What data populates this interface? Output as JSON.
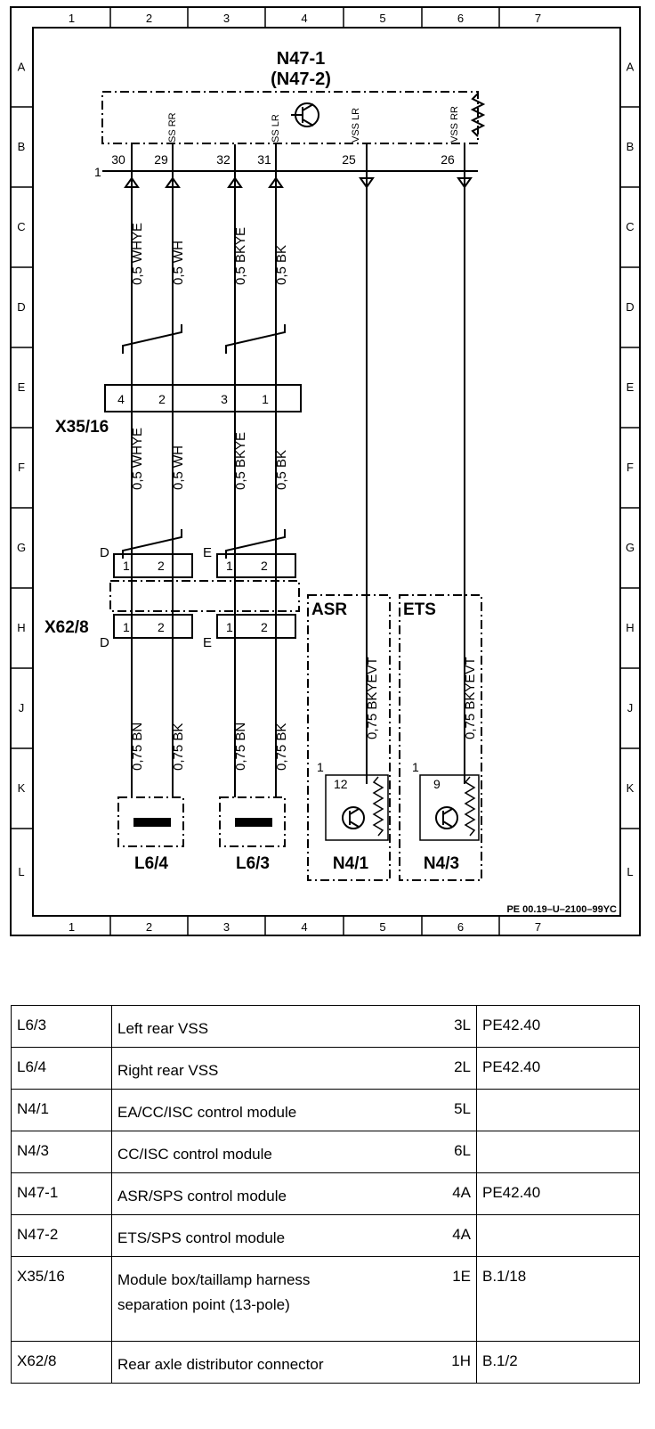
{
  "diagram": {
    "grid_columns": [
      "1",
      "2",
      "3",
      "4",
      "5",
      "6",
      "7"
    ],
    "grid_rows": [
      "A",
      "B",
      "C",
      "D",
      "E",
      "F",
      "G",
      "H",
      "J",
      "K",
      "L"
    ],
    "title_main": "N47-1",
    "title_alt": "(N47-2)",
    "module_pins": [
      {
        "num": "30",
        "signal": ""
      },
      {
        "num": "29",
        "signal": "SS RR"
      },
      {
        "num": "32",
        "signal": ""
      },
      {
        "num": "31",
        "signal": "SS LR"
      },
      {
        "num": "25",
        "signal": "VSS LR"
      },
      {
        "num": "26",
        "signal": "VSS RR"
      }
    ],
    "module_ref_mark": "1",
    "wires_upper": [
      "0,5 WHYE",
      "0,5 WH",
      "0,5 BKYE",
      "0,5 BK"
    ],
    "connector_x35": {
      "name": "X35/16",
      "pins": [
        "4",
        "2",
        "3",
        "1"
      ]
    },
    "wires_mid": [
      "0,5 WHYE",
      "0,5 WH",
      "0,5 BKYE",
      "0,5 BK"
    ],
    "connector_x62": {
      "name": "X62/8",
      "group_left": "D",
      "group_right": "E",
      "pins": [
        "1",
        "2",
        "1",
        "2"
      ]
    },
    "wires_lower": [
      "0,75 BN",
      "0,75 BK",
      "0,75 BN",
      "0,75 BK"
    ],
    "sensors": [
      {
        "label": "L6/4"
      },
      {
        "label": "L6/3"
      }
    ],
    "asr": {
      "title": "ASR",
      "wire": "0,75 BKYEVT",
      "pin": "12",
      "ref_mark": "1",
      "label": "N4/1"
    },
    "ets": {
      "title": "ETS",
      "wire": "0,75 BKYEVT",
      "pin": "9",
      "ref_mark": "1",
      "label": "N4/3"
    },
    "doc_code": "PE 00.19–U–2100–99YC"
  },
  "legend": [
    {
      "code": "L6/3",
      "desc": [
        "Left rear VSS"
      ],
      "coord": "3L",
      "ref": "PE42.40"
    },
    {
      "code": "L6/4",
      "desc": [
        "Right rear VSS"
      ],
      "coord": "2L",
      "ref": "PE42.40"
    },
    {
      "code": "N4/1",
      "desc": [
        "EA/CC/ISC control module"
      ],
      "coord": "5L",
      "ref": ""
    },
    {
      "code": "N4/3",
      "desc": [
        "CC/ISC control module"
      ],
      "coord": "6L",
      "ref": ""
    },
    {
      "code": "N47-1",
      "desc": [
        "ASR/SPS control module"
      ],
      "coord": "4A",
      "ref": "PE42.40"
    },
    {
      "code": "N47-2",
      "desc": [
        "ETS/SPS control module"
      ],
      "coord": "4A",
      "ref": ""
    },
    {
      "code": "X35/16",
      "desc": [
        "Module box/taillamp harness",
        "separation point (13-pole)"
      ],
      "coord": "1E",
      "ref": "B.1/18"
    },
    {
      "code": "X62/8",
      "desc": [
        "Rear axle distributor connector"
      ],
      "coord": "1H",
      "ref": "B.1/2"
    }
  ]
}
